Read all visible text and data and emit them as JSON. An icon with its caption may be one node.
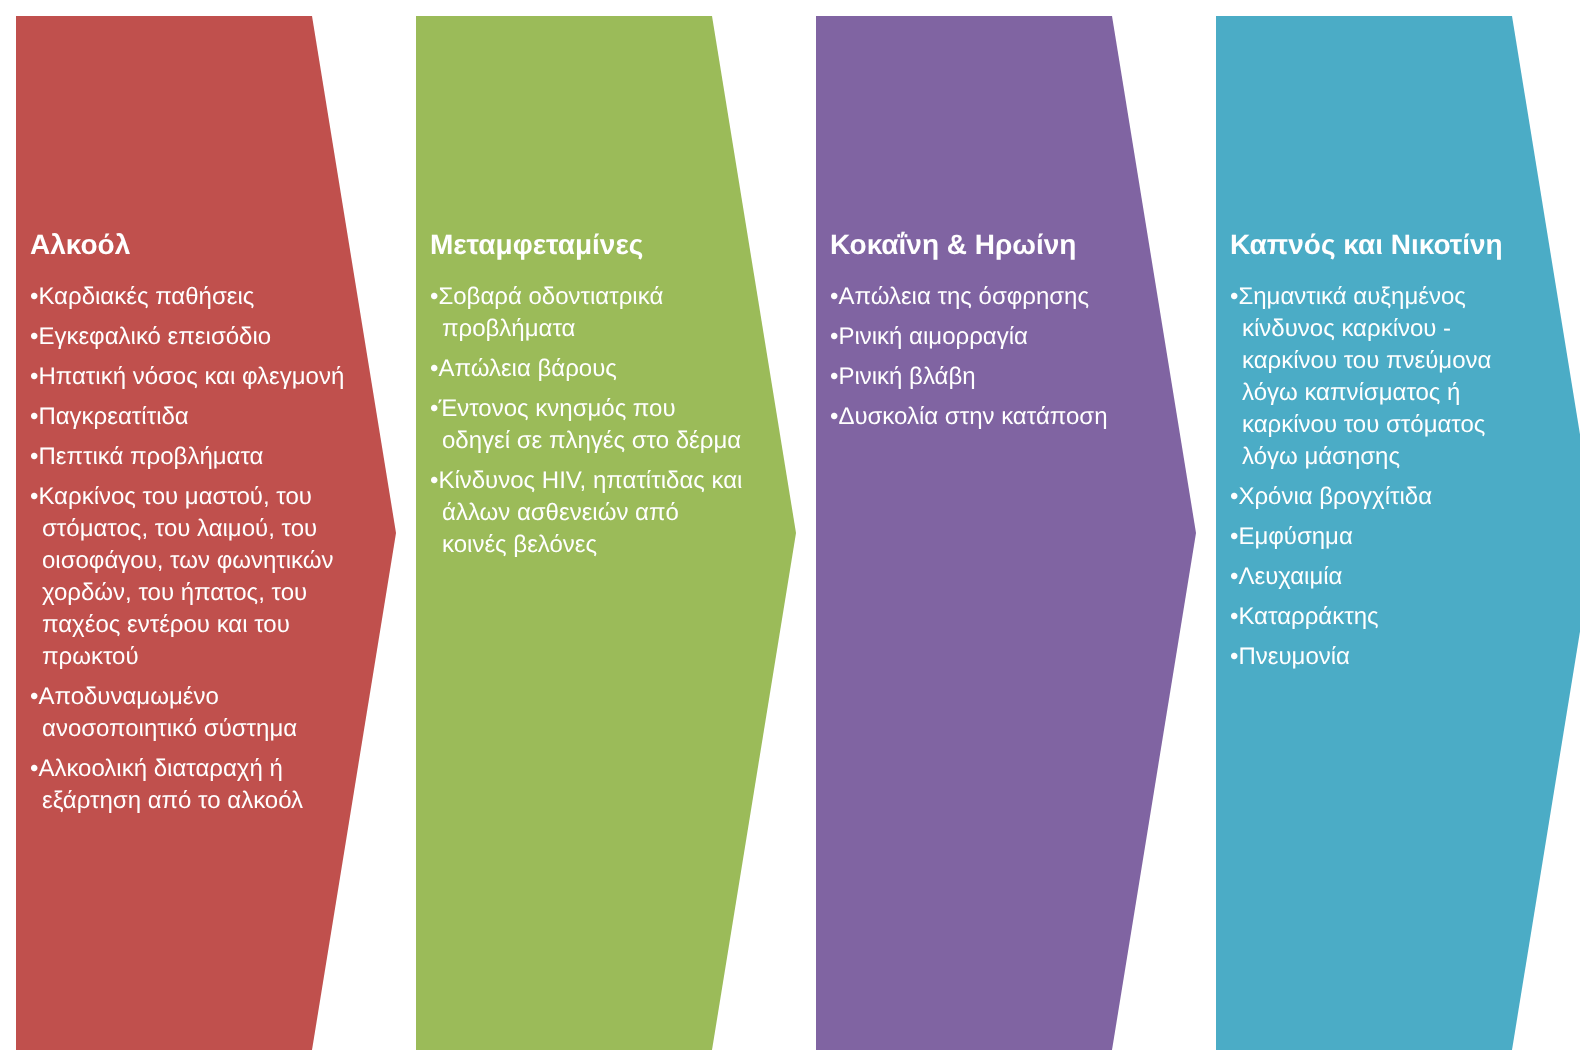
{
  "diagram": {
    "nodes": [
      {
        "text": [
          "Αλκοόλ",
          "•Καρδιακές παθήσεις",
          "•Εγκεφαλικό επεισόδιο",
          "•Ηπατική νόσος και φλεγμονή",
          "•Παγκρεατίτιδα",
          "•Πεπτικά προβλήματα",
          "•Καρκίνος του μαστού, του στόματος, του λαιμού, του οισοφάγου, των φωνητικών χορδών, του ήπατος, του παχέος εντέρου και του πρωκτού",
          "•Αποδυναμωμένο ανοσοποιητικό σύστημα",
          "•Αλκοολική διαταραχή ή εξάρτηση από το αλκοόλ"
        ]
      },
      {
        "text": [
          "Μεταμφεταμίνες",
          "•Σοβαρά οδοντιατρικά προβλήματα",
          "•Απώλεια βάρους",
          "•Έντονος κνησμός που οδηγεί σε πληγές στο δέρμα",
          "•Κίνδυνος HIV, ηπατίτιδας και άλλων ασθενειών από κοινές βελόνες"
        ]
      },
      {
        "text": [
          "Κοκαΐνη & Ηρωίνη",
          "•Απώλεια της όσφρησης",
          "•Ρινική αιμορραγία",
          "•Ρινική βλάβη",
          "•Δυσκολία στην κατάποση"
        ]
      },
      {
        "text": [
          "Καπνός και Νικοτίνη",
          "•Σημαντικά αυξημένος κίνδυνος καρκίνου - καρκίνου του πνεύμονα λόγω καπνίσματος ή καρκίνου του στόματος λόγω μάσησης",
          "•Χρόνια βρογχίτιδα",
          "•Εμφύσημα",
          "•Λευχαιμία",
          "•Καταρράκτης",
          "•Πνευμονία"
        ]
      }
    ]
  }
}
